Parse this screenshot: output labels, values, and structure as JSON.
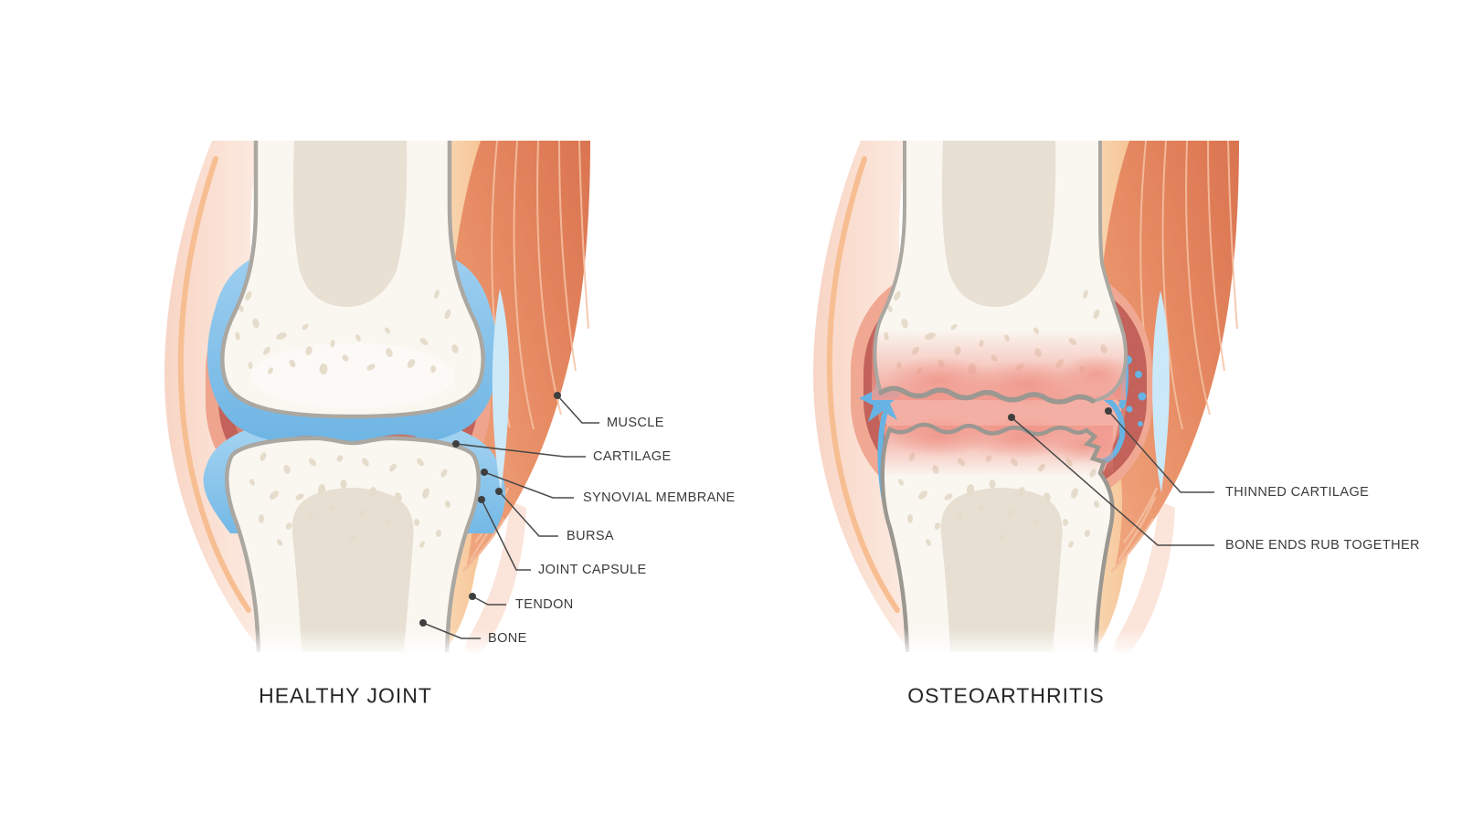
{
  "figure": {
    "left": {
      "title": "HEALTHY JOINT",
      "labels": {
        "muscle": "MUSCLE",
        "cartilage": "CARTILAGE",
        "synovial_membrane": "SYNOVIAL MEMBRANE",
        "bursa": "BURSA",
        "joint_capsule": "JOINT CAPSULE",
        "tendon": "TENDON",
        "bone": "BONE"
      }
    },
    "right": {
      "title": "OSTEOARTHRITIS",
      "labels": {
        "thinned_cartilage": "THINNED CARTILAGE",
        "bone_ends": "BONE ENDS RUB TOGETHER"
      }
    },
    "colors": {
      "background": "#FFFFFF",
      "bone": "#FAF7F1",
      "bone_outline": "#ABA7A1",
      "bone_marrow": "#E7E0D3",
      "bone_speckle": "#E6DCCB",
      "cartilage_blue": "#7FBFE9",
      "synovium_red": "#C3655A",
      "joint_cavity_red": "#C9705F",
      "capsule_pink": "#EFA48D",
      "bursa_blue": "#CDE9F8",
      "muscle_salmon": "#E5855F",
      "tendon_peach": "#F8CDA3",
      "skin_pink": "#F9DDD0",
      "inflamed_pink": "#F2A096",
      "contact_line_gray": "#9B9791",
      "label_text": "#3A3A3A",
      "leader_line": "#4A4A4A"
    }
  }
}
